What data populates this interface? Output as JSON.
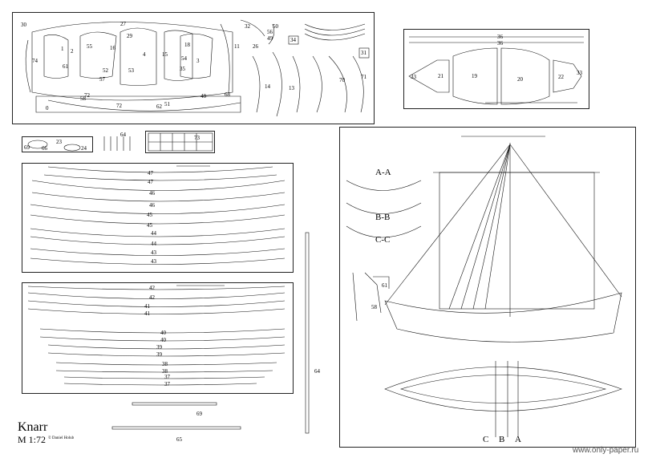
{
  "sheet": {
    "title": "Knarr",
    "scale": "M 1:72",
    "copyright": "© Daniel Holub",
    "watermark": "www.only-paper.ru"
  },
  "sections": {
    "aa": "A-A",
    "bb": "B-B",
    "cc": "C-C",
    "c": "C",
    "b": "B",
    "a": "A"
  },
  "parts": {
    "p30": "30",
    "p27": "27",
    "p29": "29",
    "p32": "32",
    "p50": "50",
    "p56": "56",
    "p49": "49",
    "p26": "26",
    "p11": "11",
    "p31": "31",
    "p74": "74",
    "p1": "1",
    "p2": "2",
    "p55": "55",
    "p16": "16",
    "p4": "4",
    "p15": "15",
    "p3": "3",
    "p18": "18",
    "p54": "54",
    "p53": "53",
    "p52": "52",
    "p57": "57",
    "p35": "35",
    "p61": "61",
    "p62": "62",
    "p72a": "72",
    "p72b": "72",
    "p58a": "58",
    "p0": "0",
    "p51": "51",
    "p48": "48",
    "p68": "68",
    "p14": "14",
    "p13": "13",
    "p70": "70",
    "p71": "71",
    "p34": "34",
    "p36a": "36",
    "p36b": "36",
    "p33": "33",
    "p21": "21",
    "p19": "19",
    "p20": "20",
    "p22": "22",
    "p33b": "33",
    "p64a": "64",
    "p23": "23",
    "p69": "69",
    "p66": "66",
    "p24": "24",
    "p73": "73",
    "s47a": "47",
    "s47b": "47",
    "s46a": "46",
    "s46b": "46",
    "s45a": "45",
    "s45b": "45",
    "s44a": "44",
    "s44b": "44",
    "s43a": "43",
    "s43b": "43",
    "s42a": "42",
    "s42b": "42",
    "s41a": "41",
    "s41b": "41",
    "s40a": "40",
    "s40b": "40",
    "s39a": "39",
    "s39b": "39",
    "s38a": "38",
    "s38b": "38",
    "s37a": "37",
    "s37b": "37",
    "p64b": "64",
    "p69b": "69",
    "p65": "65",
    "p61b": "61",
    "p58b": "58"
  }
}
